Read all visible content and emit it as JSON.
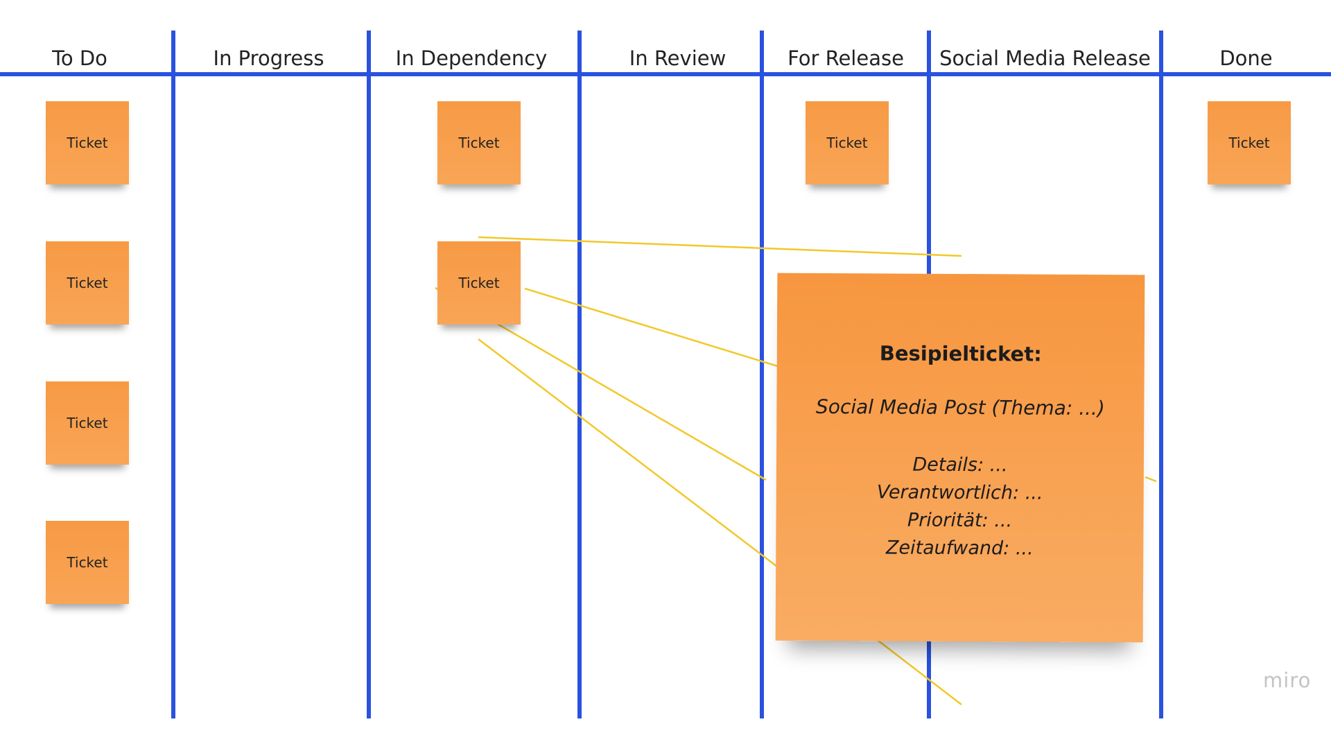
{
  "columns": [
    {
      "label": "To Do"
    },
    {
      "label": "In Progress"
    },
    {
      "label": "In Dependency"
    },
    {
      "label": "In Review"
    },
    {
      "label": "For Release"
    },
    {
      "label": "Social Media Release"
    },
    {
      "label": "Done"
    }
  ],
  "tickets": [
    {
      "label": "Ticket",
      "column": "To Do"
    },
    {
      "label": "Ticket",
      "column": "To Do"
    },
    {
      "label": "Ticket",
      "column": "To Do"
    },
    {
      "label": "Ticket",
      "column": "To Do"
    },
    {
      "label": "Ticket",
      "column": "In Dependency"
    },
    {
      "label": "Ticket",
      "column": "In Dependency"
    },
    {
      "label": "Ticket",
      "column": "For Release"
    },
    {
      "label": "Ticket",
      "column": "Done"
    }
  ],
  "example_ticket": {
    "title": "Besipielticket:",
    "subtitle": "Social Media Post (Thema: ...)",
    "details": [
      "Details: ...",
      "Verantwortlich: ...",
      "Priorität: ...",
      "Zeitaufwand: ..."
    ]
  },
  "watermark": "miro",
  "colors": {
    "lane_lines": "#2a52e0",
    "sticky": "#f79a45",
    "connector": "#f2c82a",
    "background": "#ffffff"
  }
}
